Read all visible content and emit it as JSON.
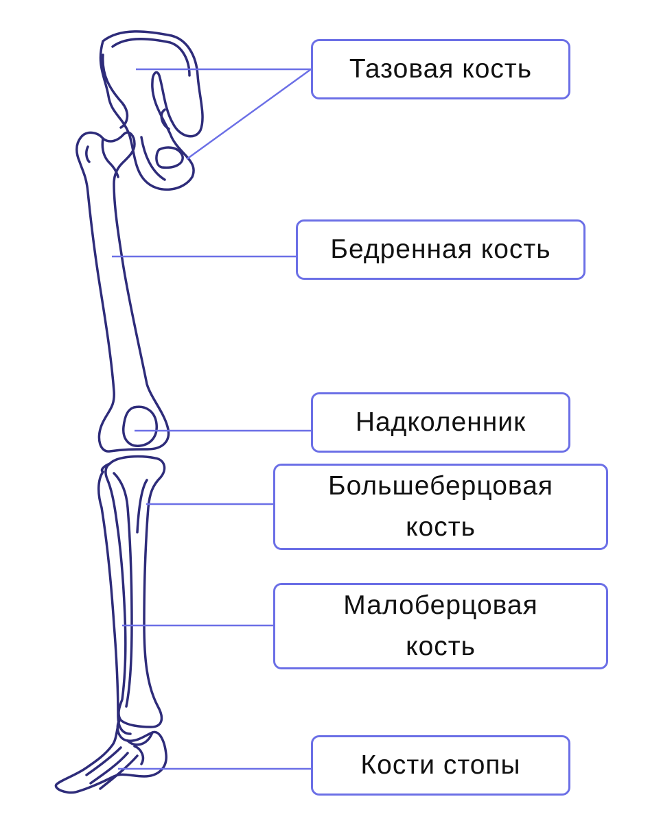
{
  "colors": {
    "bone_outline": "#2e2c7a",
    "accent": "#6b6fe6",
    "text": "#111111",
    "background": "#ffffff"
  },
  "labels": {
    "pelvis": "Тазовая кость",
    "femur": "Бедренная кость",
    "patella": "Надколенник",
    "tibia_line1": "Большеберцовая",
    "tibia_line2": "кость",
    "fibula_line1": "Малоберцовая",
    "fibula_line2": "кость",
    "foot": "Кости стопы"
  }
}
